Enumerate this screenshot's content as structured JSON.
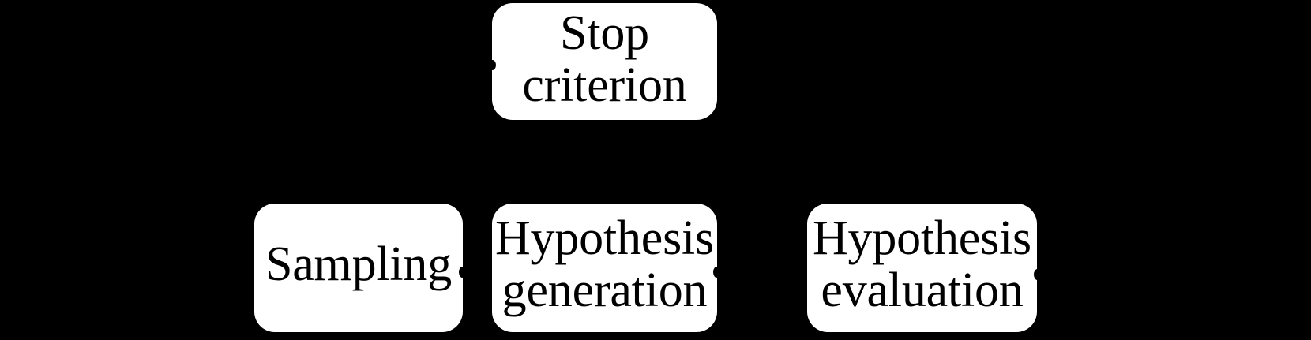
{
  "diagram": {
    "background_color": "#000000",
    "node_fill_color": "#ffffff",
    "node_text_color": "#000000",
    "nodes": [
      {
        "id": "stop-criterion",
        "label": "Stop\ncriterion",
        "row": "top"
      },
      {
        "id": "sampling",
        "label": "Sampling",
        "row": "bottom"
      },
      {
        "id": "hypothesis-generation",
        "label": "Hypothesis\ngeneration",
        "row": "bottom"
      },
      {
        "id": "hypothesis-evaluation",
        "label": "Hypothesis\nevaluation",
        "row": "bottom"
      }
    ],
    "connectors": [
      {
        "id": "stop-criterion-left",
        "attached_to": "stop-criterion",
        "side": "left"
      },
      {
        "id": "sampling-right",
        "attached_to": "sampling",
        "side": "right"
      },
      {
        "id": "hypothesis-generation-right",
        "attached_to": "hypothesis-generation",
        "side": "right"
      },
      {
        "id": "hypothesis-evaluation-right",
        "attached_to": "hypothesis-evaluation",
        "side": "right"
      }
    ]
  }
}
